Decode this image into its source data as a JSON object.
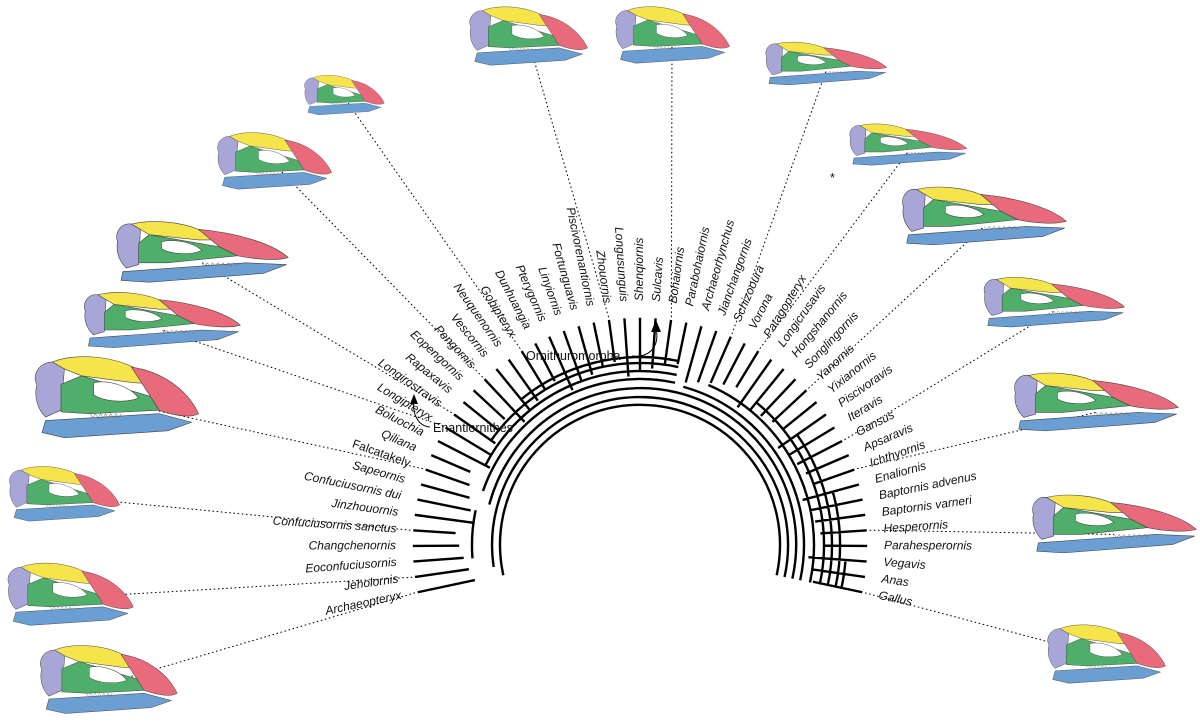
{
  "colors": {
    "highlight_taxon": "#e8252f",
    "premaxilla": "#e96a7a",
    "nasal_frontal": "#f5e54a",
    "maxilla_jugal": "#4fae6a",
    "quadrate_squamosal": "#a7a6d6",
    "mandible": "#6b9ed2",
    "outline": "#444444"
  },
  "taxa": [
    {
      "name": "Archaeopteryx"
    },
    {
      "name": "Jeholornis"
    },
    {
      "name": "Eoconfuciusornis"
    },
    {
      "name": "Changchenornis"
    },
    {
      "name": "Confuciusornis sanctus"
    },
    {
      "name": "Jinzhouornis"
    },
    {
      "name": "Confuciusornis dui"
    },
    {
      "name": "Sapeornis"
    },
    {
      "name": "Falcatakely",
      "highlight": true
    },
    {
      "name": "Qiliana"
    },
    {
      "name": "Boluochia"
    },
    {
      "name": "Longipteryx"
    },
    {
      "name": "Longirostravis"
    },
    {
      "name": "Rapaxavis"
    },
    {
      "name": "Eopengornis"
    },
    {
      "name": "Pengornis"
    },
    {
      "name": "Vescornis"
    },
    {
      "name": "Neuquenornis"
    },
    {
      "name": "Gobipteryx"
    },
    {
      "name": "Dunhuangia"
    },
    {
      "name": "Pterygornis"
    },
    {
      "name": "Linyiornis"
    },
    {
      "name": "Fortunguavis"
    },
    {
      "name": "Piscivorenantiornis"
    },
    {
      "name": "Zhouornis"
    },
    {
      "name": "Longusunguis"
    },
    {
      "name": "Shenqiornis"
    },
    {
      "name": "Sulcavis"
    },
    {
      "name": "Bohaiornis"
    },
    {
      "name": "Parabohaiornis"
    },
    {
      "name": "Archaeorhynchus"
    },
    {
      "name": "Jianchangornis"
    },
    {
      "name": "Schizooura"
    },
    {
      "name": "Vorona"
    },
    {
      "name": "Patagopteryx"
    },
    {
      "name": "Longicrusavis"
    },
    {
      "name": "Hongshanornis"
    },
    {
      "name": "Songlingornis"
    },
    {
      "name": "Yanornis"
    },
    {
      "name": "Yixianornis"
    },
    {
      "name": "Piscivoravis"
    },
    {
      "name": "Iteravis"
    },
    {
      "name": "Gansus"
    },
    {
      "name": "Apsaravis"
    },
    {
      "name": "Ichthyornis"
    },
    {
      "name": "Enaliornis"
    },
    {
      "name": "Baptornis advenus"
    },
    {
      "name": "Baptornis varneri"
    },
    {
      "name": "Hesperornis"
    },
    {
      "name": "Parahesperornis"
    },
    {
      "name": "Vegavis"
    },
    {
      "name": "Anas"
    },
    {
      "name": "Gallus"
    }
  ],
  "clade_labels": {
    "enantiornithes": "Enantiornithes",
    "ornithuromorpha": "Ornithuromorpha"
  },
  "annotations": {
    "asterisk": "*"
  },
  "skulls": [
    {
      "name": "archaeopteryx-skull",
      "taxon": "Archaeopteryx",
      "quadrate": true,
      "long": false
    },
    {
      "name": "jeholornis-skull",
      "taxon": "Jeholornis",
      "quadrate": true,
      "long": false
    },
    {
      "name": "confuciusornis-skull",
      "taxon": "Confuciusornis sanctus",
      "quadrate": true,
      "long": false
    },
    {
      "name": "falcatakely-skull",
      "taxon": "Falcatakely",
      "quadrate": true,
      "long": false
    },
    {
      "name": "longipteryx-skull",
      "taxon": "Longipteryx",
      "quadrate": false,
      "long": true
    },
    {
      "name": "longirostravis-skull",
      "taxon": "Longirostravis",
      "quadrate": false,
      "long": true
    },
    {
      "name": "pengornis-skull",
      "taxon": "Pengornis",
      "quadrate": true,
      "long": false
    },
    {
      "name": "gobipteryx-skull",
      "taxon": "Gobipteryx",
      "quadrate": false,
      "long": false
    },
    {
      "name": "zhouornis-skull",
      "taxon": "Zhouornis",
      "quadrate": true,
      "long": false
    },
    {
      "name": "bohaiornis-skull",
      "taxon": "Bohaiornis",
      "quadrate": true,
      "long": false
    },
    {
      "name": "schizooura-skull",
      "taxon": "Schizooura",
      "quadrate": true,
      "long": true
    },
    {
      "name": "patagopteryx-skull",
      "taxon": "Patagopteryx",
      "quadrate": false,
      "long": true
    },
    {
      "name": "yanornis-skull",
      "taxon": "Yanornis",
      "quadrate": true,
      "long": true
    },
    {
      "name": "gansus-skull",
      "taxon": "Gansus",
      "quadrate": true,
      "long": true
    },
    {
      "name": "ichthyornis-skull",
      "taxon": "Ichthyornis",
      "quadrate": true,
      "long": true
    },
    {
      "name": "hesperornis-skull",
      "taxon": "Hesperornis",
      "quadrate": true,
      "long": true
    },
    {
      "name": "gallus-skull",
      "taxon": "Gallus",
      "quadrate": true,
      "long": false
    }
  ]
}
